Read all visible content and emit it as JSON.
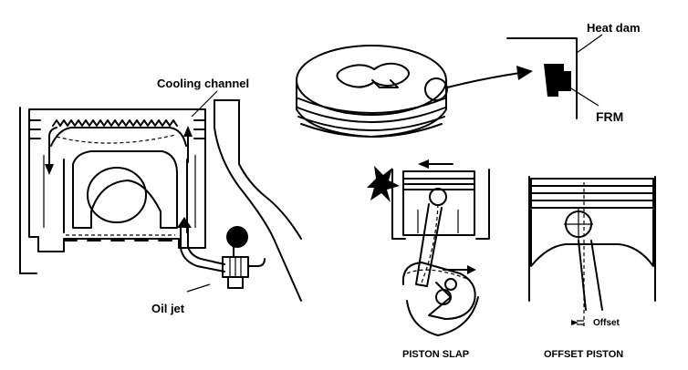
{
  "labels": {
    "cooling_channel": "Cooling channel",
    "oil_jet": "Oil jet",
    "heat_dam": "Heat dam",
    "frm": "FRM",
    "offset": "Offset",
    "piston_slap": "PISTON SLAP",
    "offset_piston": "OFFSET PISTON"
  }
}
